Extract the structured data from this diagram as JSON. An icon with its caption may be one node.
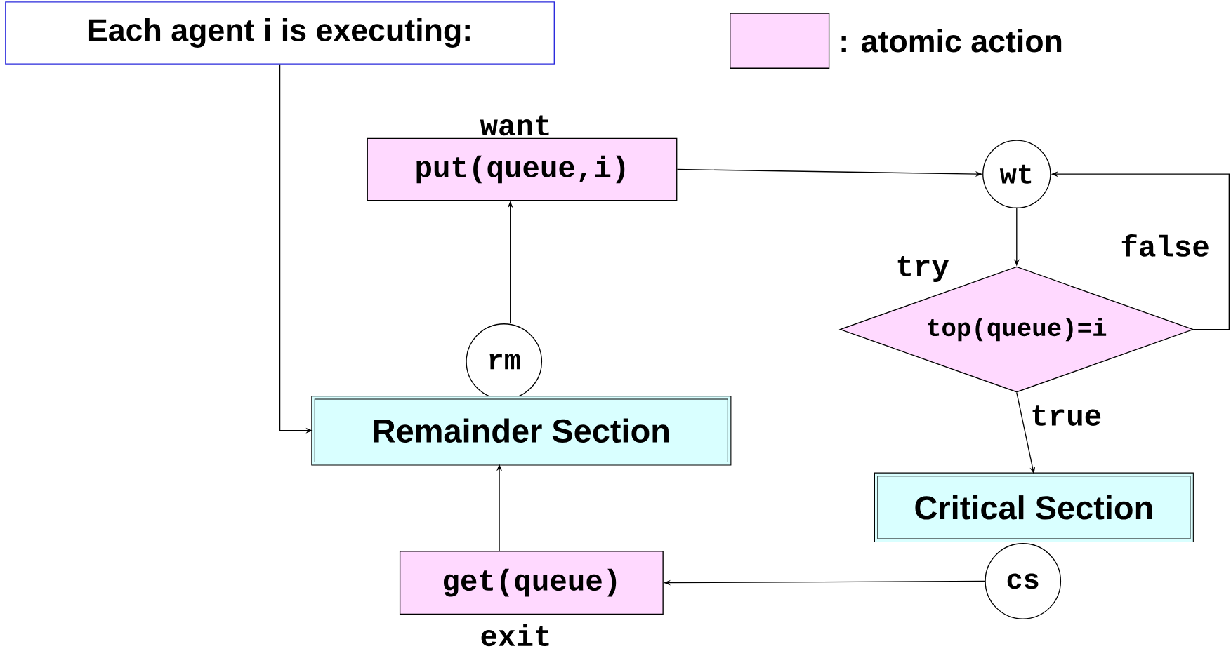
{
  "diagram": {
    "nodes": [
      {
        "text": [
          "Each agent i is executing:"
        ]
      },
      {
        "text": [
          "put(queue,i)"
        ],
        "beside": [
          "want"
        ]
      },
      {
        "text": [
          "wt"
        ]
      },
      {
        "text": [
          "top(queue)=i"
        ],
        "beside": [
          "try"
        ]
      },
      {
        "text": [
          "rm"
        ]
      },
      {
        "text": [
          "Remainder Section"
        ]
      },
      {
        "text": [
          "Critical Section"
        ]
      },
      {
        "text": [
          "cs"
        ]
      },
      {
        "text": [
          "get(queue)"
        ],
        "beside": [
          "exit"
        ]
      }
    ],
    "edges": [
      {
        "from": 0,
        "to": 5,
        "arrow": "to"
      },
      {
        "from": 4,
        "to": 1,
        "arrow": "to"
      },
      {
        "from": 1,
        "to": 2,
        "arrow": "to"
      },
      {
        "from": 2,
        "to": 3,
        "arrow": "to"
      },
      {
        "from": 3,
        "to": 2,
        "arrow": "to",
        "label": "false"
      },
      {
        "from": 3,
        "to": 6,
        "arrow": "to",
        "label": "true"
      },
      {
        "from": 7,
        "to": 8,
        "arrow": "to"
      },
      {
        "from": 8,
        "to": 5,
        "arrow": "to"
      }
    ],
    "legend": [
      {
        "text": ": atomic action",
        "color": "#ffd9ff"
      }
    ]
  }
}
